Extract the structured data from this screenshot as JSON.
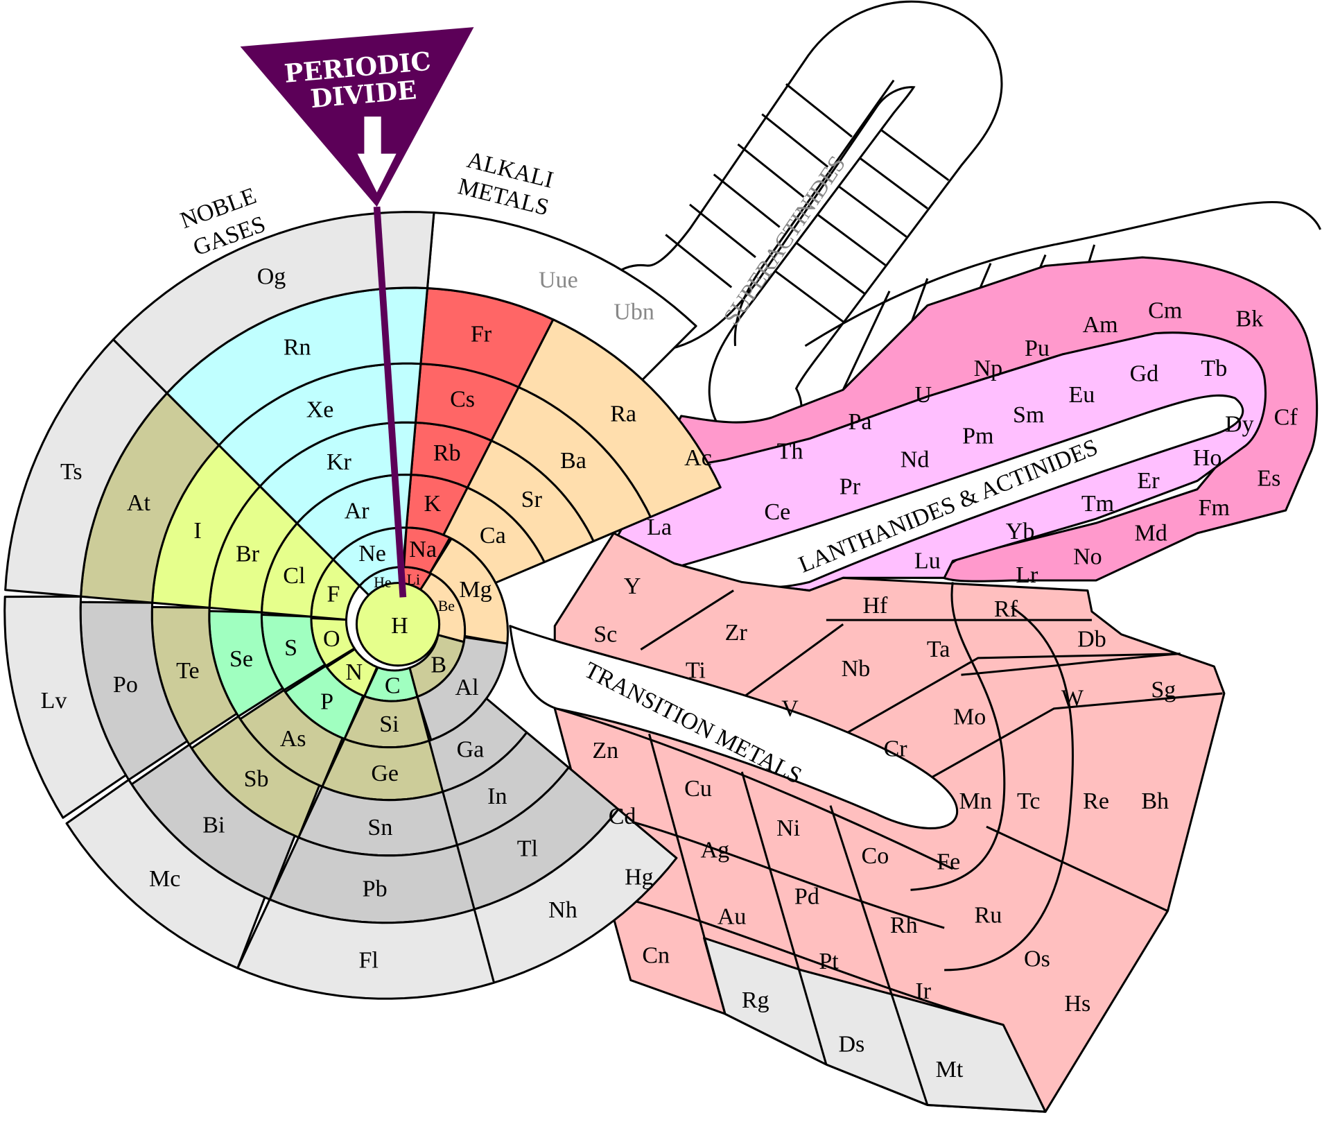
{
  "title_badge": {
    "line1": "PERIODIC",
    "line2": "DIVIDE"
  },
  "group_labels": {
    "noble_gases": [
      "NOBLE",
      "GASES"
    ],
    "alkali_metals": [
      "ALKALI",
      "METALS"
    ],
    "superactinides": "SUPERACTINIDES",
    "lanthanides_actinides": "LANTHANIDES & ACTINIDES",
    "transition_metals": "TRANSITION METALS"
  },
  "colors": {
    "divide": "#5c0058",
    "nonmetal": "#e6ff8c",
    "noble": "#c0ffff",
    "alkali": "#ff6666",
    "alkaline_earth": "#ffdead",
    "metalloid_green": "#a0ffc0",
    "olive": "#cccc99",
    "post_transition": "#cccccc",
    "unknown": "#e8e8e8",
    "transition": "#ffbfbf",
    "lanthanide": "#ffbfff",
    "actinide": "#ff99cc",
    "undiscovered": "#ffffff"
  },
  "hydrogen": "H",
  "main_groups": {
    "alkali": {
      "symbols": [
        "Li",
        "Na",
        "K",
        "Rb",
        "Cs",
        "Fr",
        "Uue"
      ],
      "categories": [
        "alkali",
        "alkali",
        "alkali",
        "alkali",
        "alkali",
        "alkali",
        "undiscovered"
      ]
    },
    "alkaline_earth": {
      "symbols": [
        "Be",
        "Mg",
        "Ca",
        "Sr",
        "Ba",
        "Ra"
      ],
      "categories": [
        "alkaline_earth",
        "alkaline_earth",
        "alkaline_earth",
        "alkaline_earth",
        "alkaline_earth",
        "alkaline_earth"
      ]
    },
    "boron": {
      "symbols": [
        "B",
        "Al",
        "Ga",
        "In",
        "Tl",
        "Nh"
      ],
      "categories": [
        "olive",
        "post_transition",
        "post_transition",
        "post_transition",
        "post_transition",
        "unknown"
      ]
    },
    "carbon": {
      "symbols": [
        "C",
        "Si",
        "Ge",
        "Sn",
        "Pb",
        "Fl"
      ],
      "categories": [
        "metalloid_green",
        "olive",
        "olive",
        "post_transition",
        "post_transition",
        "unknown"
      ]
    },
    "pnictogens": {
      "symbols": [
        "N",
        "P",
        "As",
        "Sb",
        "Bi",
        "Mc"
      ],
      "categories": [
        "nonmetal",
        "metalloid_green",
        "olive",
        "olive",
        "post_transition",
        "unknown"
      ]
    },
    "chalcogens": {
      "symbols": [
        "O",
        "S",
        "Se",
        "Te",
        "Po",
        "Lv"
      ],
      "categories": [
        "nonmetal",
        "metalloid_green",
        "metalloid_green",
        "olive",
        "post_transition",
        "unknown"
      ]
    },
    "halogens": {
      "symbols": [
        "F",
        "Cl",
        "Br",
        "I",
        "At",
        "Ts"
      ],
      "categories": [
        "nonmetal",
        "nonmetal",
        "nonmetal",
        "nonmetal",
        "olive",
        "unknown"
      ]
    },
    "noble": {
      "symbols": [
        "He",
        "Ne",
        "Ar",
        "Kr",
        "Xe",
        "Rn",
        "Og"
      ],
      "categories": [
        "noble",
        "noble",
        "noble",
        "noble",
        "noble",
        "noble",
        "unknown"
      ]
    }
  },
  "transition": [
    "Sc",
    "Ti",
    "V",
    "Cr",
    "Mn",
    "Fe",
    "Co",
    "Ni",
    "Cu",
    "Zn",
    "Y",
    "Zr",
    "Nb",
    "Mo",
    "Tc",
    "Ru",
    "Rh",
    "Pd",
    "Ag",
    "Cd",
    "Hf",
    "Ta",
    "W",
    "Re",
    "Os",
    "Ir",
    "Pt",
    "Au",
    "Hg",
    "Rf",
    "Db",
    "Sg",
    "Bh",
    "Hs",
    "Mt",
    "Ds",
    "Rg",
    "Cn"
  ],
  "lanthanides": [
    "La",
    "Ce",
    "Pr",
    "Nd",
    "Pm",
    "Sm",
    "Eu",
    "Gd",
    "Tb",
    "Dy",
    "Ho",
    "Er",
    "Tm",
    "Yb",
    "Lu"
  ],
  "actinides": [
    "Ac",
    "Th",
    "Pa",
    "U",
    "Np",
    "Pu",
    "Am",
    "Cm",
    "Bk",
    "Cf",
    "Es",
    "Fm",
    "Md",
    "No",
    "Lr"
  ],
  "superactinide_arm": [
    "Ubn"
  ]
}
